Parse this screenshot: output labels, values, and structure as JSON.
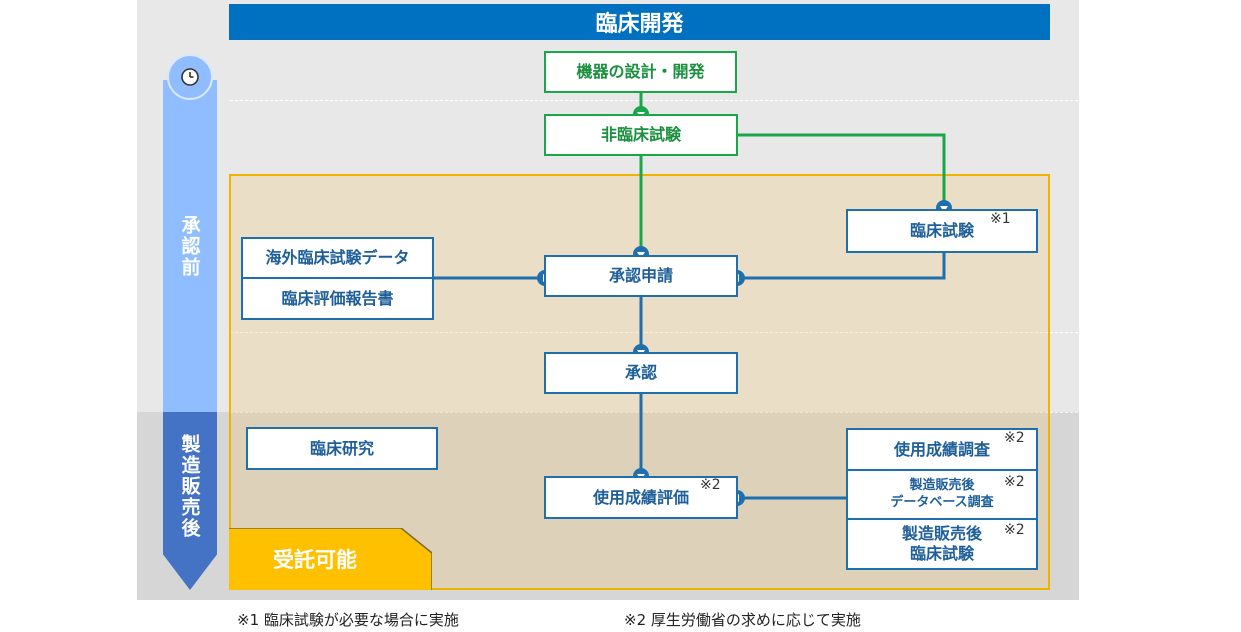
{
  "title": "臨床開発",
  "phases": {
    "pre": "承認前",
    "post": "製造販売後"
  },
  "accepted_label": "受託可能",
  "boxes": {
    "device_design": "機器の設計・開発",
    "nonclinical": "非臨床試験",
    "clinical_trial": "臨床試験",
    "overseas_data": "海外臨床試験データ",
    "clinical_eval_report": "臨床評価報告書",
    "approval_application": "承認申請",
    "approval": "承認",
    "clinical_research": "臨床研究",
    "usage_eval": "使用成績評価",
    "usage_survey": "使用成績調査",
    "pms_db_line1": "製造販売後",
    "pms_db_line2": "データベース調査",
    "pms_trial_line1": "製造販売後",
    "pms_trial_line2": "臨床試験"
  },
  "marks": {
    "note1": "※1",
    "note2": "※2"
  },
  "footnotes": {
    "note1": "※1 臨床試験が必要な場合に実施",
    "note2": "※2 厚生労働省の求めに応じて実施"
  },
  "colors": {
    "title_bg": "#0070c0",
    "blue_line": "#1f6fad",
    "green_line": "#1aa64a",
    "accent_yellow": "#ffc000",
    "pre_phase": "#8fbdff",
    "post_phase": "#4472c4"
  }
}
